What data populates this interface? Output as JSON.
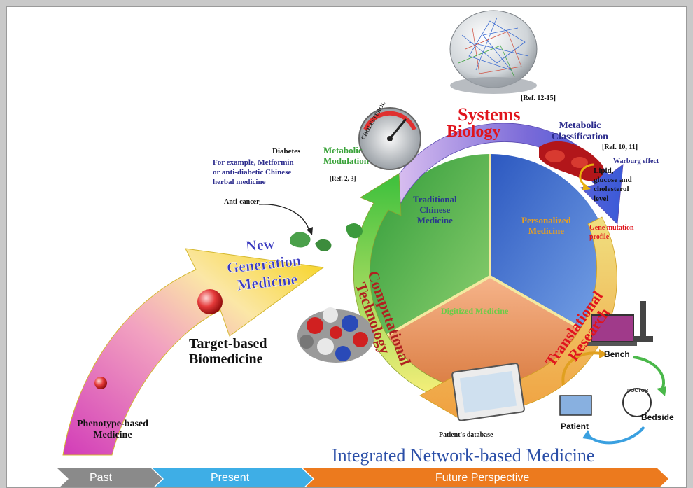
{
  "topics": {
    "systems_biology": "Systems Biology",
    "metabolic_classification": "Metabolic Classification",
    "metabolic_modulation": "Metabolic Modulation",
    "computational_technology": "Computational Technology",
    "translational_research": "Translational Research",
    "new_generation_medicine": "New Generation Medicine"
  },
  "labels": {
    "diabetes": "Diabetes",
    "example": "For example, Metformin or anti-diabetic Chinese herbal medicine",
    "anti_cancer": "Anti-cancer",
    "warburg": "Warburg effect",
    "lipid": "Lipid, glucose and cholesterol level",
    "gene_mutation": "Gene mutation profile",
    "patients_database": "Patient's database",
    "cholesterol": "CHOLESTEROL"
  },
  "refs": {
    "r12_15": "[Ref. 12-15]",
    "r10_11": "[Ref. 10, 11]",
    "r2_3": "[Ref. 2, 3]"
  },
  "sectors": {
    "tcm": "Traditional Chinese Medicine",
    "personalized": "Personalized Medicine",
    "digitized": "Digitized Medicine"
  },
  "evolution": {
    "phenotype": "Phenotype-based Medicine",
    "target": "Target-based Biomedicine"
  },
  "bench_cycle": {
    "bench": "Bench",
    "doctor": "DOCTOR",
    "bedside": "Bedside",
    "patient": "Patient"
  },
  "integrated_title": "Integrated Network-based Medicine",
  "timeline": [
    "Past",
    "Present",
    "Future Perspective"
  ],
  "colors": {
    "systems_red": "#e0141c",
    "navy": "#2b2b8c",
    "green": "#3aa33a",
    "orange_text": "#e8a020",
    "timeline_gray": "#8a8a8a",
    "timeline_blue": "#3eaee6",
    "timeline_orange": "#ec7a1e"
  }
}
